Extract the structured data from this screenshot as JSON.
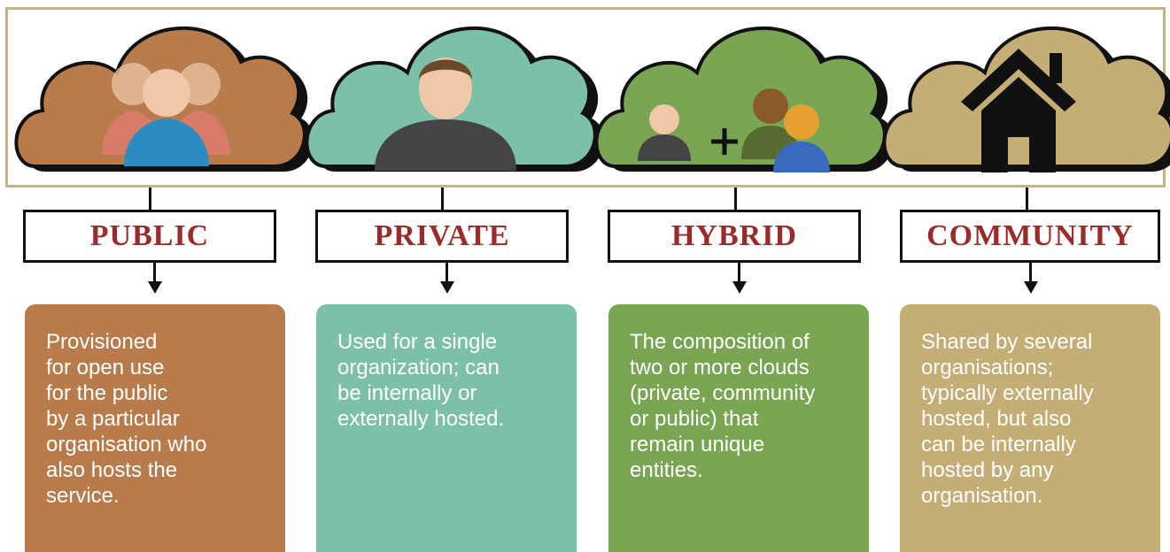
{
  "colors": {
    "public": "#b87c4c",
    "private": "#7cc0a8",
    "hybrid": "#7aa553",
    "community": "#c5ae76",
    "label_text": "#9a2b2b",
    "frame": "#c2b58a"
  },
  "models": [
    {
      "id": "public",
      "label": "PUBLIC",
      "icon": "people-group-icon",
      "description": "Provisioned\nfor open use\nfor the public\nby a particular\norganisation who\nalso hosts the\nservice."
    },
    {
      "id": "private",
      "label": "PRIVATE",
      "icon": "person-icon",
      "description": "Used for a single\norganization; can\nbe internally or\nexternally hosted."
    },
    {
      "id": "hybrid",
      "label": "HYBRID",
      "icon": "person-plus-group-icon",
      "description": "The composition of\ntwo or more clouds\n(private, community\nor public) that\nremain unique\nentities."
    },
    {
      "id": "community",
      "label": "COMMUNITY",
      "icon": "house-icon",
      "description": "Shared by several\norganisations;\ntypically externally\nhosted, but also\ncan be internally\nhosted by any\norganisation."
    }
  ]
}
